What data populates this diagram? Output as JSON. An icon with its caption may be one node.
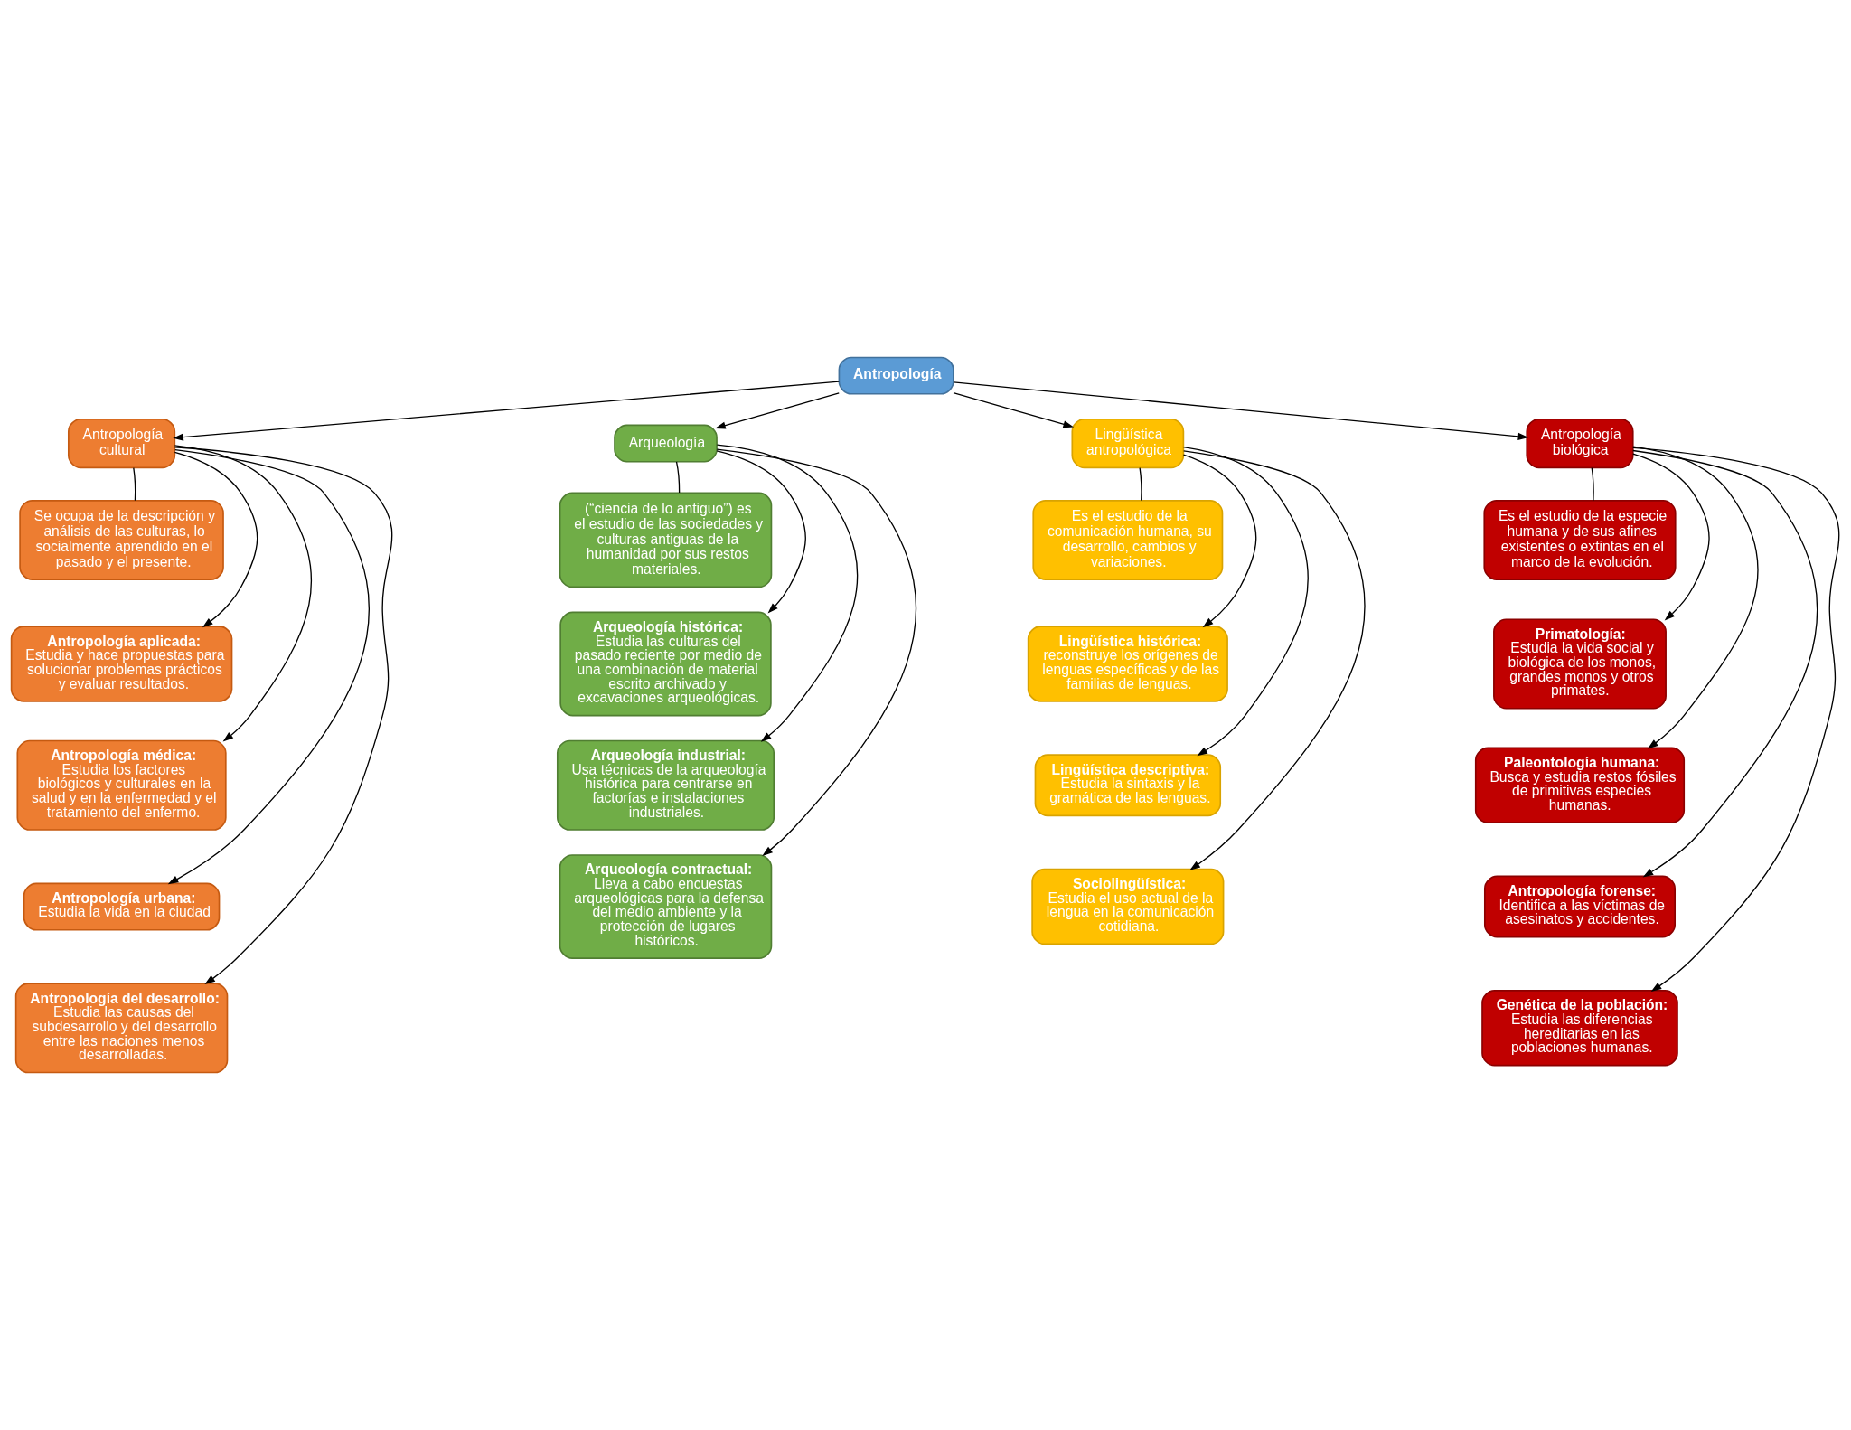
{
  "diagram": {
    "nodes": [
      {
        "text": [
          "Antropología"
        ]
      },
      {
        "text": [
          "Antropología cultural"
        ]
      },
      {
        "text": [
          "Se ocupa de la descripción y análisis de las culturas, lo socialmente aprendido en el pasado y el presente."
        ]
      },
      {
        "text": [
          "Antropología aplicada:",
          "Estudia y hace propuestas para solucionar problemas prácticos y evaluar resultados."
        ]
      },
      {
        "text": [
          "Antropología médica:",
          "Estudia los factores biológicos y culturales en la salud y en la enfermedad y el tratamiento del enfermo."
        ]
      },
      {
        "text": [
          "Antropología urbana:",
          "Estudia la vida en la ciudad"
        ]
      },
      {
        "text": [
          "Antropología del desarrollo:",
          "Estudia las causas del subdesarrollo y del desarrollo entre las naciones menos desarrolladas."
        ]
      },
      {
        "text": [
          "Arqueología"
        ]
      },
      {
        "text": [
          "(“ciencia de lo antiguo”) es el estudio de las sociedades y culturas antiguas de la humanidad por sus restos materiales."
        ]
      },
      {
        "text": [
          "Arqueología histórica:",
          "Estudia las culturas del pasado reciente por medio de una combinación de material escrito archivado y excavaciones arqueológicas."
        ]
      },
      {
        "text": [
          "Arqueología industrial:",
          "Usa técnicas de la arqueología histórica para centrarse en factorías e instalaciones industriales."
        ]
      },
      {
        "text": [
          "Arqueología contractual:",
          "Lleva a cabo encuestas arqueológicas para la defensa del medio ambiente y la protección de lugares históricos."
        ]
      },
      {
        "text": [
          "Lingüística antropológica"
        ]
      },
      {
        "text": [
          "Es el estudio de la comunicación humana, su desarrollo, cambios y variaciones."
        ]
      },
      {
        "text": [
          "Lingüística histórica:",
          "reconstruye los orígenes de lenguas específicas y de las familias de lenguas."
        ]
      },
      {
        "text": [
          "Lingüística descriptiva:",
          "Estudia la sintaxis y la gramática de las lenguas."
        ]
      },
      {
        "text": [
          "Sociolingüística:",
          "Estudia el uso actual de la lengua en la comunicación cotidiana."
        ]
      },
      {
        "text": [
          "Antropología biológica"
        ]
      },
      {
        "text": [
          "Es el estudio de la especie humana y de sus afines existentes o extintas en el marco de la evolución."
        ]
      },
      {
        "text": [
          "Primatología:",
          "Estudia la vida social y biológica de los monos, grandes monos y otros primates."
        ]
      },
      {
        "text": [
          "Paleontología humana:",
          "Busca y estudia restos fósiles de primitivas especies humanas."
        ]
      },
      {
        "text": [
          "Antropología forense:",
          "Identifica a las víctimas de asesinatos y accidentes."
        ]
      },
      {
        "text": [
          "Genética de la población:",
          "Estudia las diferencias hereditarias en las poblaciones humanas."
        ]
      }
    ],
    "edges": [
      {
        "from": 0,
        "to": 1,
        "arrow": "to"
      },
      {
        "from": 0,
        "to": 7,
        "arrow": "to"
      },
      {
        "from": 0,
        "to": 12,
        "arrow": "to"
      },
      {
        "from": 0,
        "to": 17,
        "arrow": "to"
      },
      {
        "from": 1,
        "to": 2,
        "arrow": "none"
      },
      {
        "from": 1,
        "to": 3,
        "arrow": "to"
      },
      {
        "from": 1,
        "to": 4,
        "arrow": "to"
      },
      {
        "from": 1,
        "to": 5,
        "arrow": "to"
      },
      {
        "from": 1,
        "to": 6,
        "arrow": "to"
      },
      {
        "from": 7,
        "to": 8,
        "arrow": "none"
      },
      {
        "from": 7,
        "to": 9,
        "arrow": "to"
      },
      {
        "from": 7,
        "to": 10,
        "arrow": "to"
      },
      {
        "from": 7,
        "to": 11,
        "arrow": "to"
      },
      {
        "from": 12,
        "to": 13,
        "arrow": "none"
      },
      {
        "from": 12,
        "to": 14,
        "arrow": "to"
      },
      {
        "from": 12,
        "to": 15,
        "arrow": "to"
      },
      {
        "from": 12,
        "to": 16,
        "arrow": "to"
      },
      {
        "from": 17,
        "to": 18,
        "arrow": "none"
      },
      {
        "from": 17,
        "to": 19,
        "arrow": "to"
      },
      {
        "from": 17,
        "to": 20,
        "arrow": "to"
      },
      {
        "from": 17,
        "to": 21,
        "arrow": "to"
      },
      {
        "from": 17,
        "to": 22,
        "arrow": "to"
      }
    ]
  }
}
